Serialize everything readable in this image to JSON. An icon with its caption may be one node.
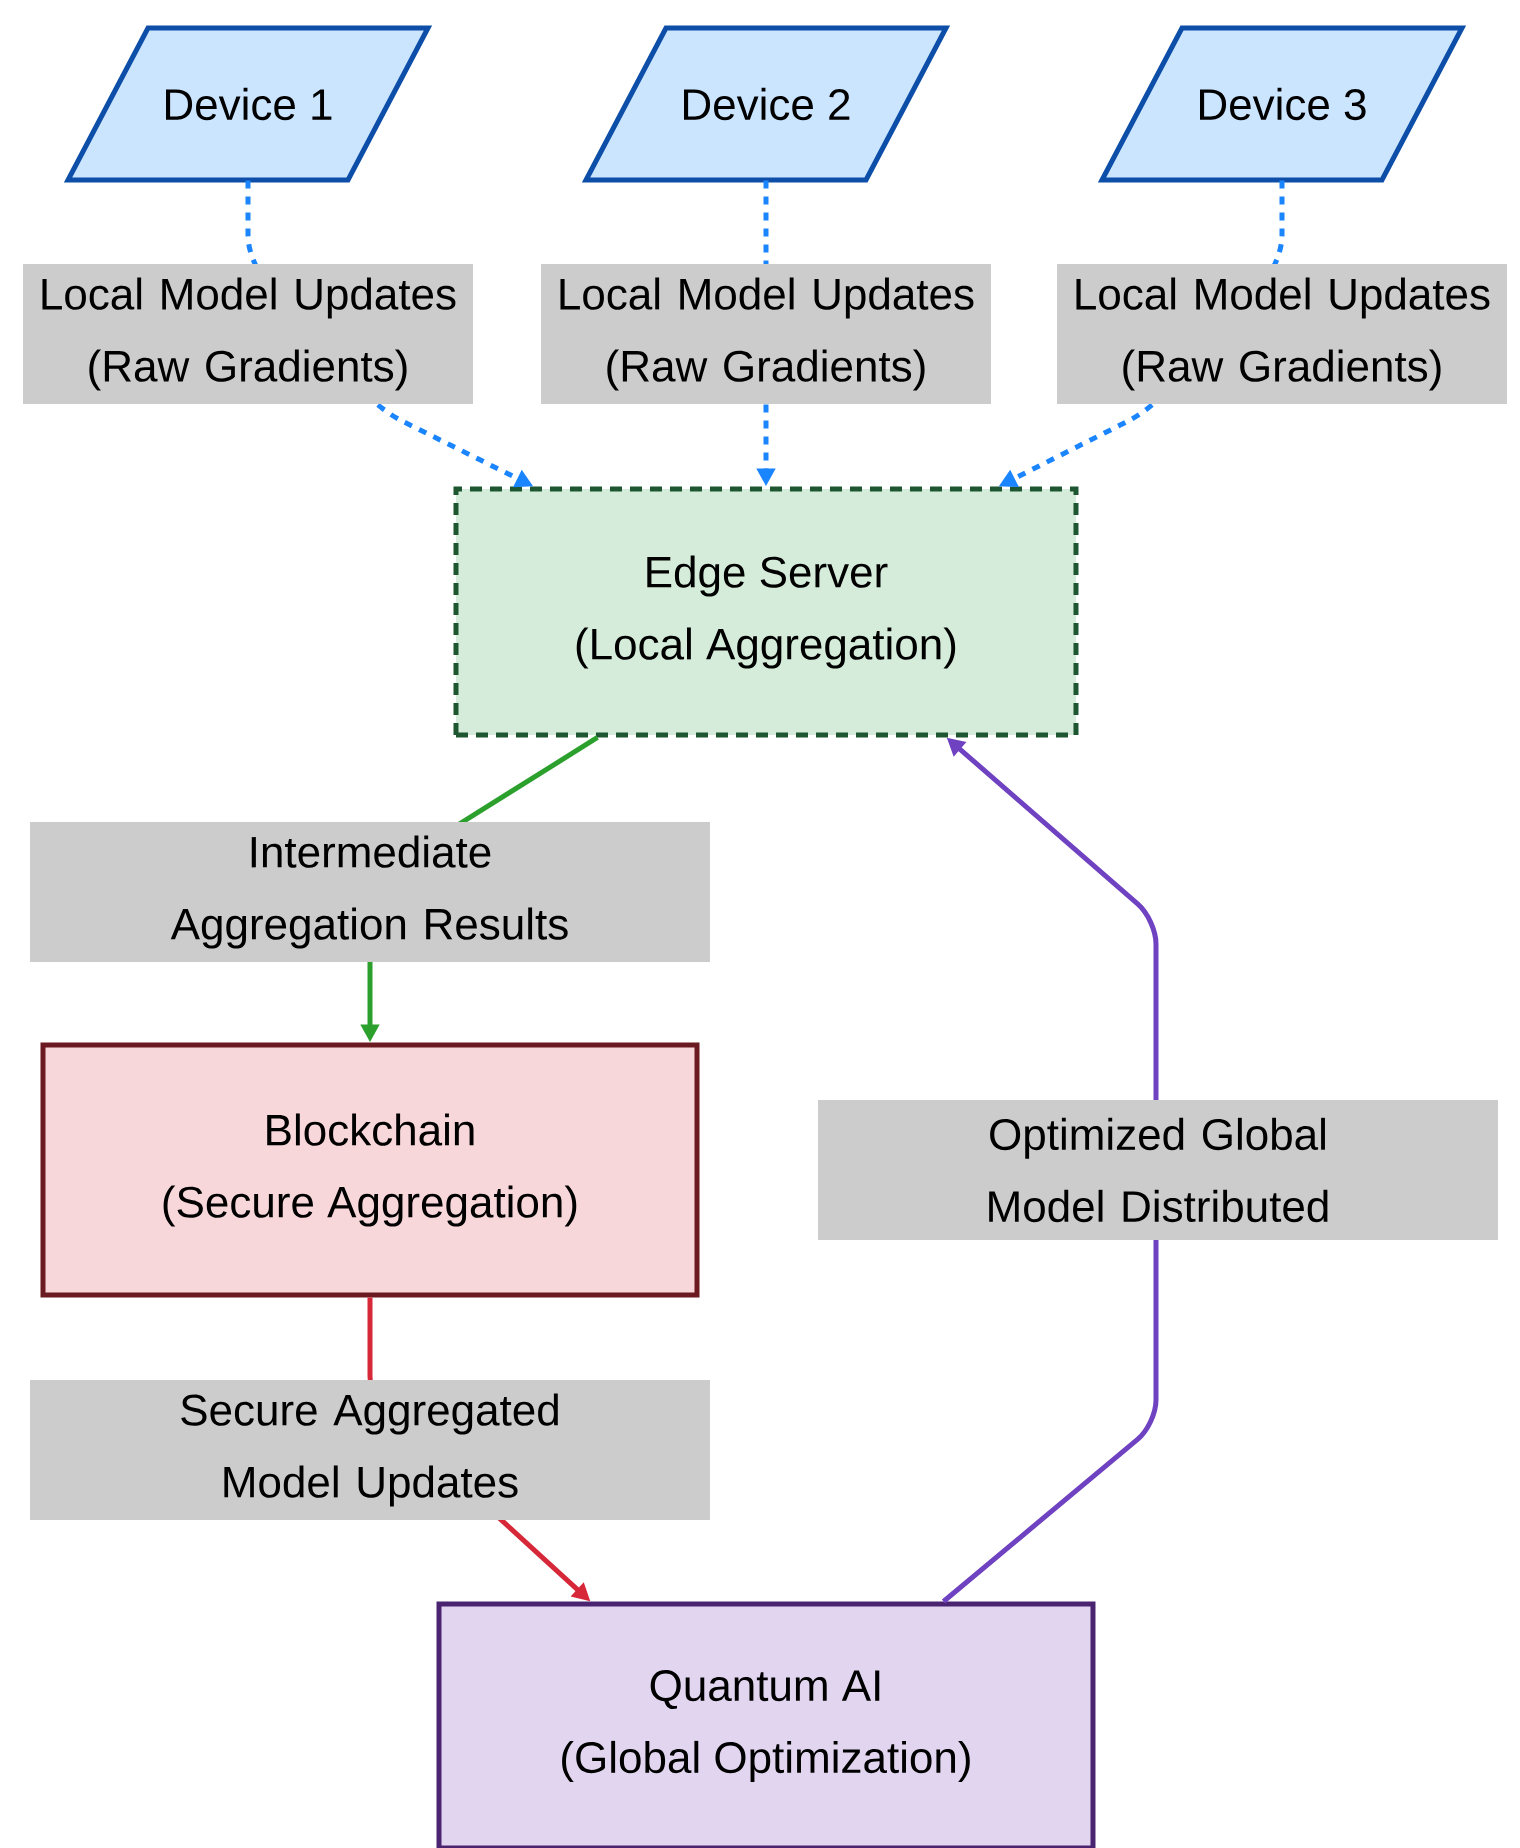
{
  "diagram": {
    "nodes": [
      {
        "text": [
          "Device 1"
        ]
      },
      {
        "text": [
          "Device 2"
        ]
      },
      {
        "text": [
          "Device 3"
        ]
      },
      {
        "text": [
          "Edge Server",
          "(Local Aggregation)"
        ]
      },
      {
        "text": [
          "Blockchain",
          "(Secure Aggregation)"
        ]
      },
      {
        "text": [
          "Quantum AI",
          "(Global Optimization)"
        ]
      }
    ],
    "edges": [
      {
        "from": 0,
        "to": 3,
        "arrow": "to",
        "style": "dashed",
        "color": "#1a85ff",
        "label": "Local Model Updates (Raw Gradients)"
      },
      {
        "from": 1,
        "to": 3,
        "arrow": "to",
        "style": "dashed",
        "color": "#1a85ff",
        "label": "Local Model Updates (Raw Gradients)"
      },
      {
        "from": 2,
        "to": 3,
        "arrow": "to",
        "style": "dashed",
        "color": "#1a85ff",
        "label": "Local Model Updates (Raw Gradients)"
      },
      {
        "from": 3,
        "to": 4,
        "arrow": "to",
        "color": "#2ca02c",
        "label": "Intermediate Aggregation Results"
      },
      {
        "from": 4,
        "to": 5,
        "arrow": "to",
        "color": "#d62839",
        "label": "Secure Aggregated Model Updates"
      },
      {
        "from": 5,
        "to": 3,
        "arrow": "to",
        "color": "#6f42c1",
        "label": "Optimized Global Model Distributed"
      }
    ]
  }
}
